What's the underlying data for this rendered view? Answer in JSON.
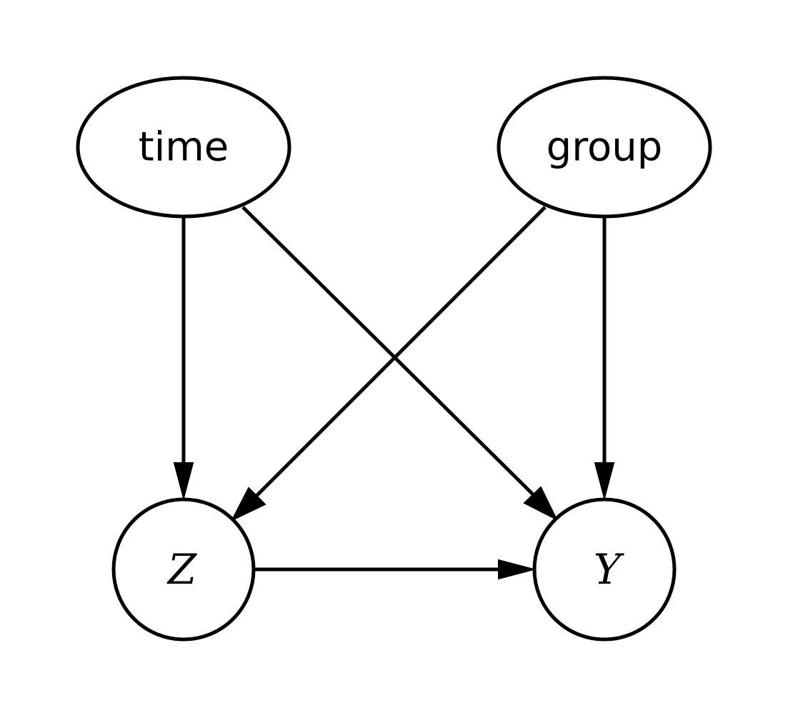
{
  "diagram": {
    "type": "directed-graph",
    "nodes": {
      "time": {
        "label": "time",
        "shape": "ellipse"
      },
      "group": {
        "label": "group",
        "shape": "ellipse"
      },
      "z": {
        "label": "Z",
        "shape": "circle"
      },
      "y": {
        "label": "Y",
        "shape": "circle"
      }
    },
    "edges": [
      {
        "from": "time",
        "to": "Z"
      },
      {
        "from": "time",
        "to": "Y"
      },
      {
        "from": "group",
        "to": "Z"
      },
      {
        "from": "group",
        "to": "Y"
      },
      {
        "from": "Z",
        "to": "Y"
      }
    ],
    "colors": {
      "stroke": "#000000",
      "background": "#ffffff"
    }
  }
}
